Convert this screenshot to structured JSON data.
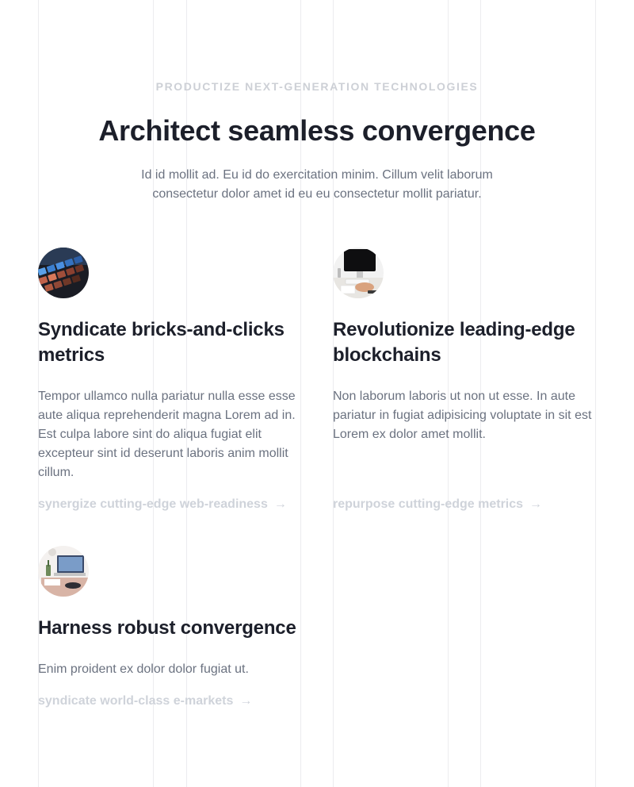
{
  "header": {
    "eyebrow": "PRODUCTIZE NEXT-GENERATION TECHNOLOGIES",
    "title": "Architect seamless convergence",
    "lead": "Id id mollit ad. Eu id do exercitation minim. Cillum velit laborum consectetur dolor amet id eu eu consectetur mollit pariatur."
  },
  "features": [
    {
      "image": "keyboard-photo-icon",
      "title": "Syndicate bricks-and-clicks metrics",
      "description": "Tempor ullamco nulla pariatur nulla esse esse aute aliqua reprehenderit magna Lorem ad in. Est culpa labore sint do aliqua fugiat elit excepteur sint id deserunt laboris anim mollit cillum.",
      "link": "synergize cutting-edge web-readiness",
      "arrow": "→"
    },
    {
      "image": "desk-computer-photo-icon",
      "title": "Revolutionize leading-edge blockchains",
      "description": "Non laborum laboris ut non ut esse. In aute pariatur in fugiat adipisicing voluptate in sit est Lorem ex dolor amet mollit.",
      "link": "repurpose cutting-edge metrics",
      "arrow": "→"
    },
    {
      "image": "laptop-desk-photo-icon",
      "title": "Harness robust convergence",
      "description": "Enim proident ex dolor dolor fugiat ut.",
      "link": "syndicate world-class e-markets",
      "arrow": "→"
    }
  ],
  "colors": {
    "heading": "#1c1f2a",
    "body": "#6b7280",
    "muted": "#cdd0d6",
    "grid_line": "#ececef"
  }
}
